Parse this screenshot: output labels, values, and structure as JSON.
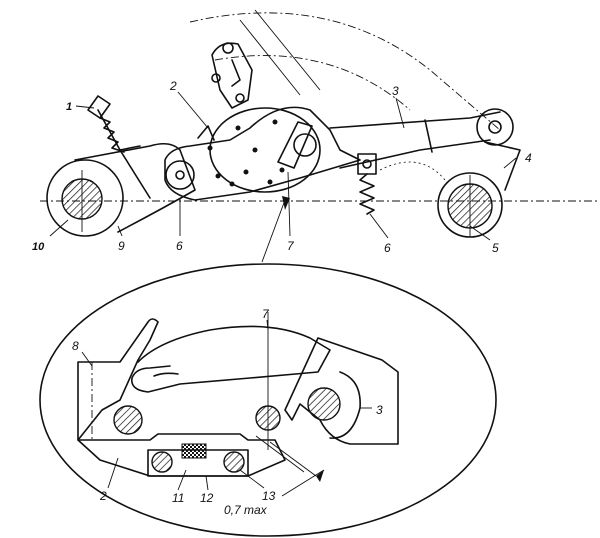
{
  "labels": {
    "top": {
      "n1": "1",
      "n2": "2",
      "n3": "3",
      "n4": "4",
      "n5": "5",
      "n6a": "6",
      "n6b": "6",
      "n7": "7",
      "n9": "9",
      "n10": "10"
    },
    "detail": {
      "n2": "2",
      "n3": "3",
      "n7": "7",
      "n8": "8",
      "n11": "11",
      "n12": "12",
      "n13": "13",
      "clearance": "0,7 max"
    }
  }
}
